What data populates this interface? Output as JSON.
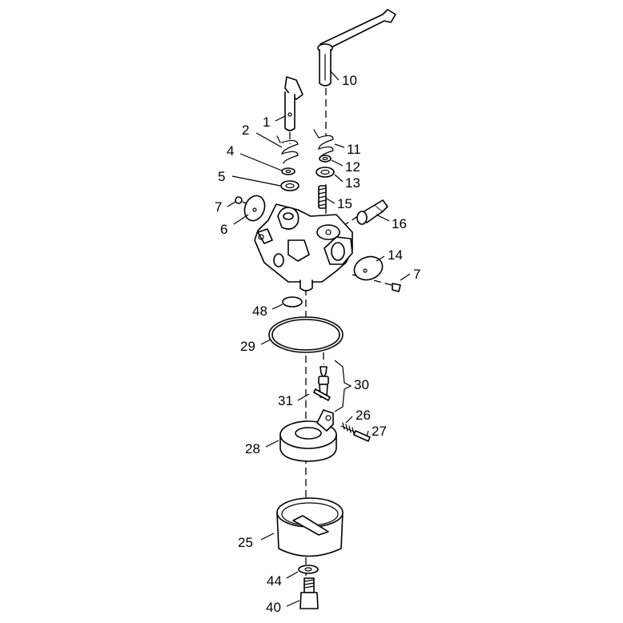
{
  "diagram": {
    "labels": {
      "p1": "1",
      "p2": "2",
      "p4": "4",
      "p5": "5",
      "p6": "6",
      "p7a": "7",
      "p7b": "7",
      "p10": "10",
      "p11": "11",
      "p12": "12",
      "p13": "13",
      "p14": "14",
      "p15": "15",
      "p16": "16",
      "p25": "25",
      "p26": "26",
      "p27": "27",
      "p28": "28",
      "p29": "29",
      "p30": "30",
      "p31": "31",
      "p40": "40",
      "p44": "44",
      "p48": "48"
    }
  }
}
